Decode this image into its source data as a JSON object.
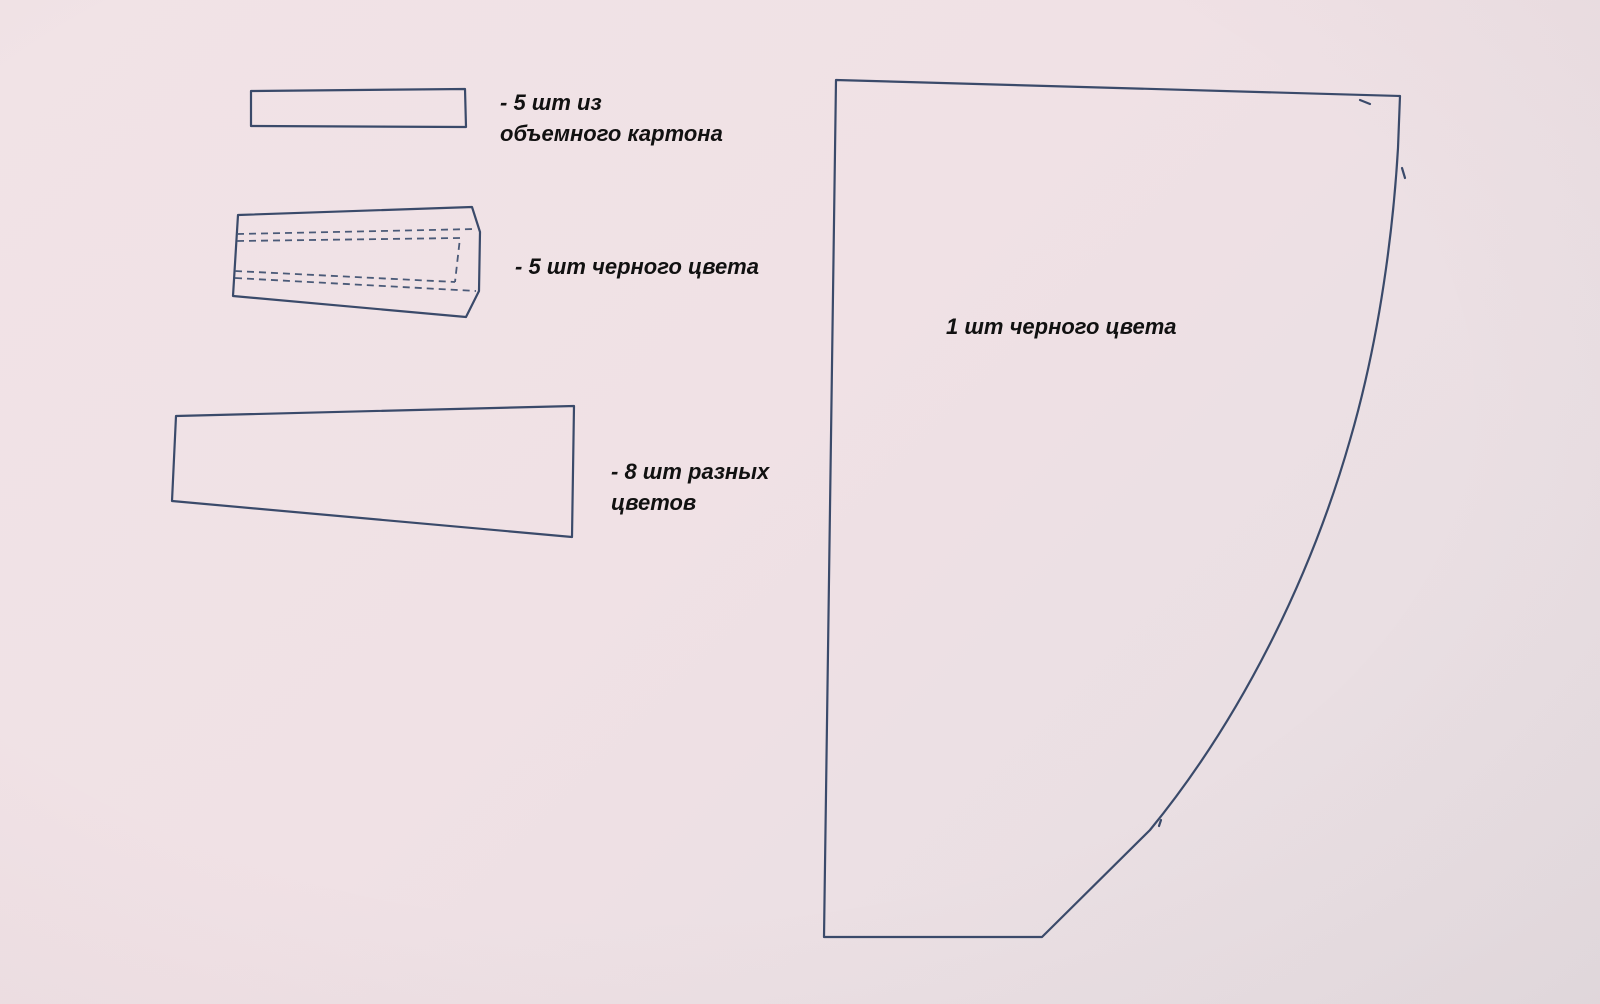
{
  "pattern": {
    "piece_1": {
      "line_1": "- 5 шт из",
      "line_2": "объемного картона"
    },
    "piece_2": {
      "line_1": "- 5 шт черного цвета"
    },
    "piece_3": {
      "line_1": "- 8 шт разных",
      "line_2": "цветов"
    },
    "piece_4": {
      "line_1": "1 шт черного цвета"
    }
  },
  "colors": {
    "paper": "#f0e2e6",
    "ink_line": "#3a4a6a",
    "ink_text": "#111111"
  }
}
